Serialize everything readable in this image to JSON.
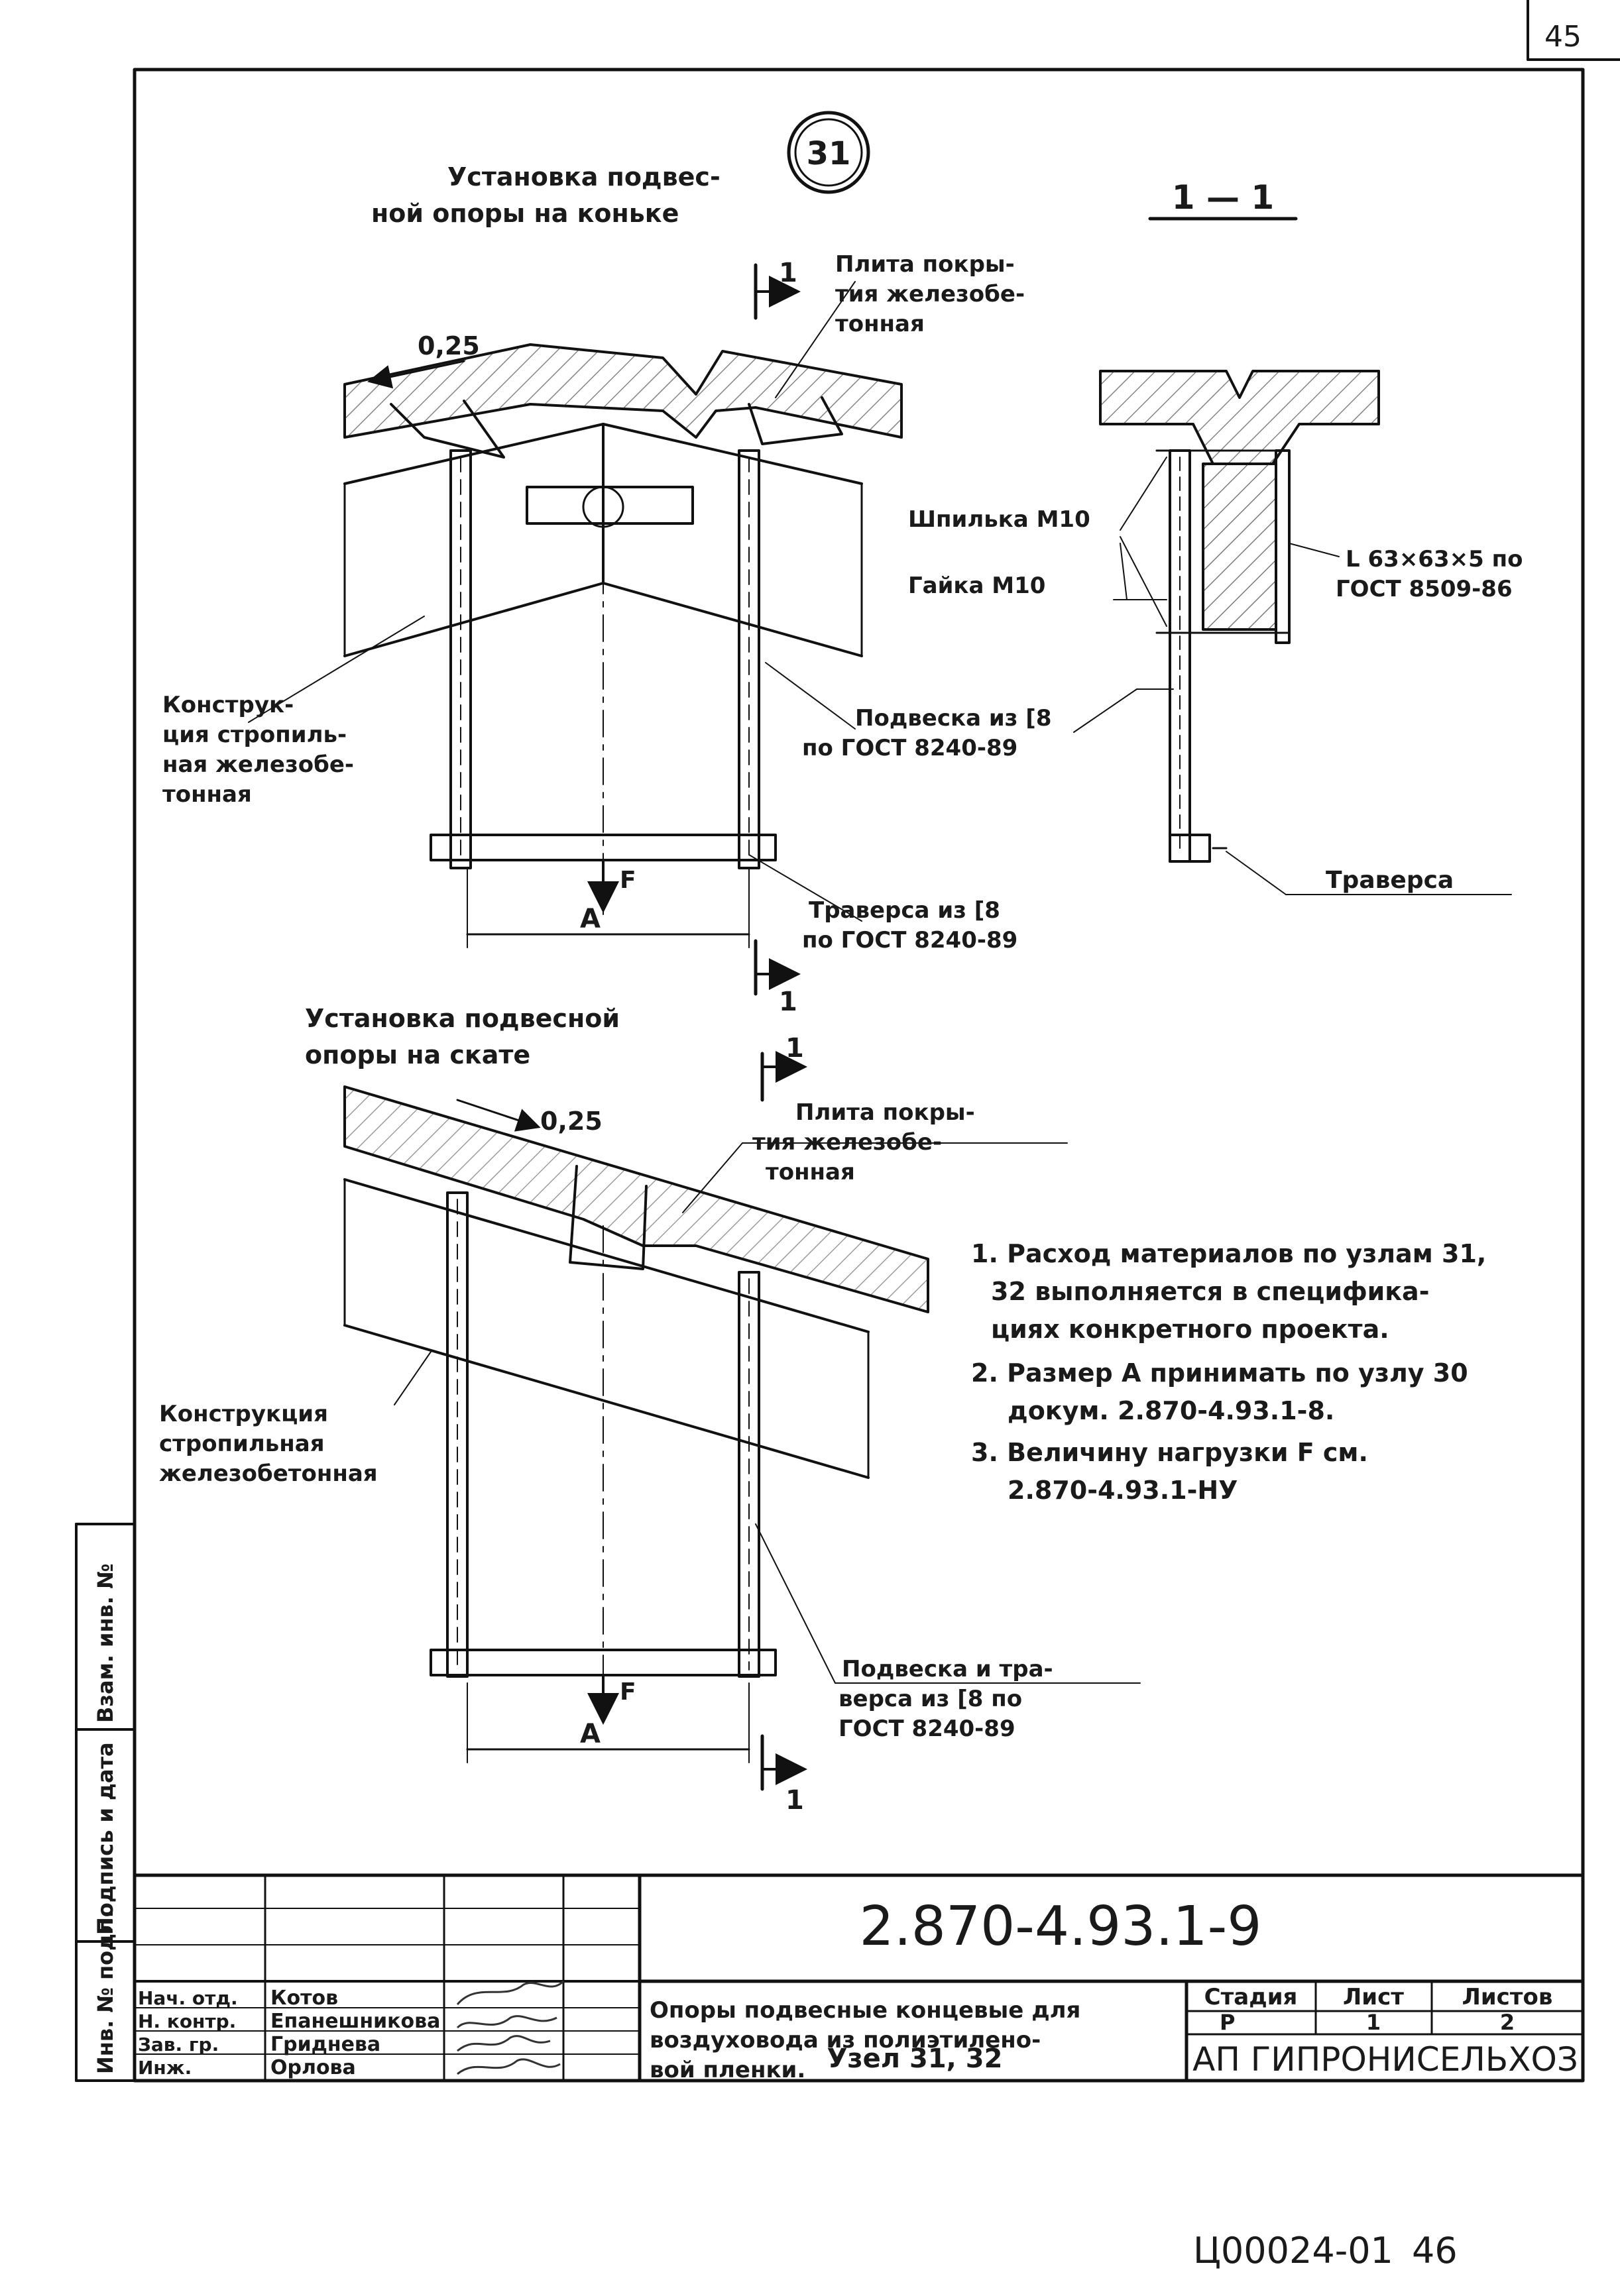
{
  "page_number_top": "45",
  "node_number": "31",
  "title_top": [
    "Установка подвес-",
    "ной опоры на коньке"
  ],
  "section_label": "1 — 1",
  "section_marker": "1",
  "dim_slope": "0,25",
  "label_plate_top": [
    "Плита покры-",
    "тия железобе-",
    "тонная"
  ],
  "label_plate_bottom": [
    "Плита покры-",
    "тия железобе-",
    "тонная"
  ],
  "label_rafter_top": [
    "Конструк-",
    "ция стропиль-",
    "ная железобе-",
    "тонная"
  ],
  "label_rafter_bottom": [
    "Конструкция",
    "стропильная",
    "железобетонная"
  ],
  "label_hanger": [
    "Подвеска из [8",
    "по ГОСТ 8240-89"
  ],
  "label_traverse": [
    "Траверса из [8",
    "по ГОСТ 8240-89"
  ],
  "label_hanger_traverse": [
    "Подвеска и тра-",
    "верса из [8 по",
    "ГОСТ 8240-89"
  ],
  "label_stud": "Шпилька М10",
  "label_nut": "Гайка М10",
  "label_angle": [
    "L 63×63×5 по",
    "ГОСТ 8509-86"
  ],
  "label_traverse_section": "Траверса",
  "dim_a": "A",
  "force": "F",
  "title_slope": [
    "Установка подвесной",
    "опоры на скате"
  ],
  "notes": [
    "1. Расход материалов по узлам 31,",
    "32 выполняется в специфика-",
    "циях конкретного проекта.",
    "2. Размер А принимать по узлу 30",
    "докум. 2.870-4.93.1-8.",
    "3. Величину нагрузки F см.",
    "2.870-4.93.1-НУ"
  ],
  "side_stamp": [
    "Инв. № подл.",
    "Подпись и дата",
    "Взам. инв. №"
  ],
  "title_block": {
    "doc_code": "2.870-4.93.1-9",
    "description": [
      "Опоры подвесные концевые для",
      "воздуховода из полиэтилено-",
      "вой пленки."
    ],
    "node": "Узел 31, 32",
    "stage_header": "Стадия",
    "sheet_header": "Лист",
    "sheets_header": "Листов",
    "stage": "Р",
    "sheet": "1",
    "sheets": "2",
    "organization": "АП ГИПРОНИСЕЛЬХОЗ",
    "people": [
      {
        "role": "Нач. отд.",
        "name": "Котов"
      },
      {
        "role": "Н. контр.",
        "name": "Епанешникова"
      },
      {
        "role": "Зав. гр.",
        "name": "Гриднева"
      },
      {
        "role": "Инж.",
        "name": "Орлова"
      }
    ]
  },
  "bottom_code": "Ц00024-01",
  "bottom_page": "46"
}
